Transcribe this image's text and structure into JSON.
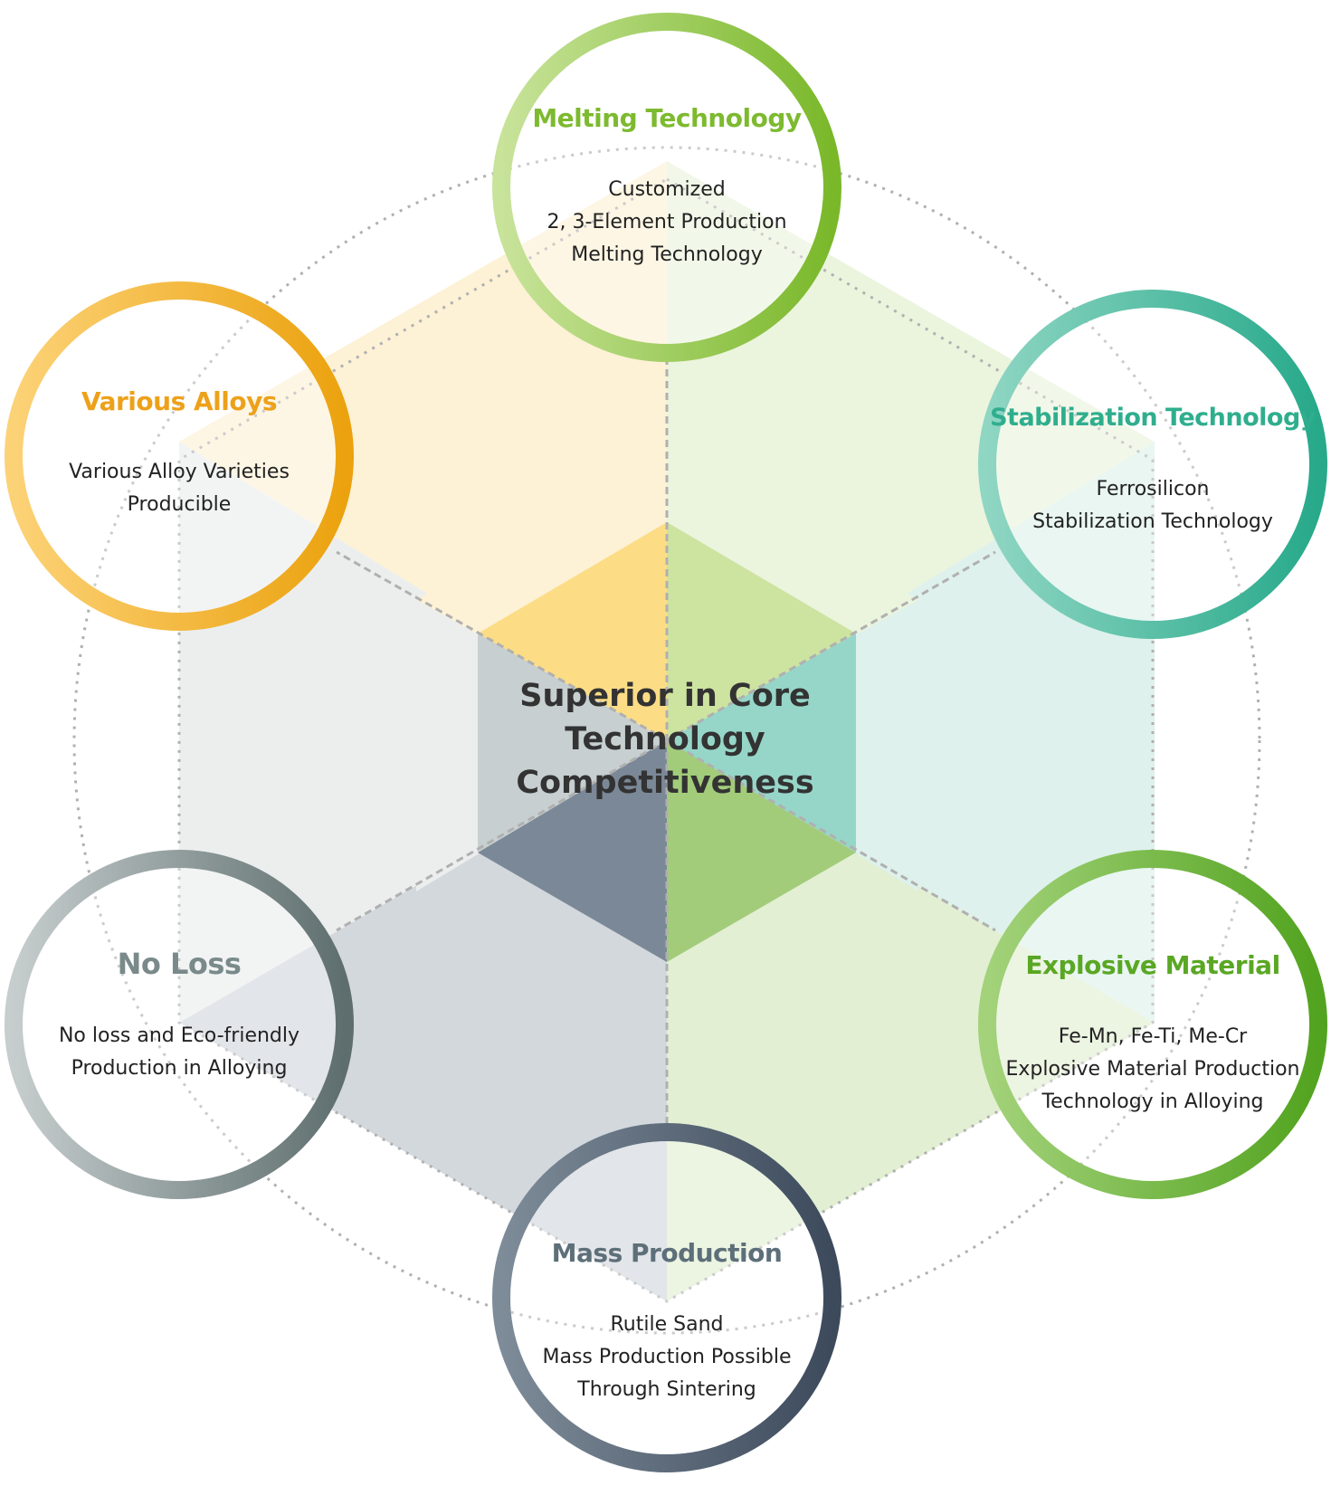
{
  "center": {
    "lines": [
      "Superior in Core",
      "Technology",
      "Competitiveness"
    ]
  },
  "nodes": {
    "melting": {
      "title": "Melting Technology",
      "lines": [
        "Customized",
        "2, 3-Element Production",
        "Melting Technology"
      ],
      "color": "#7dba2f",
      "ring_colors": [
        "#c8e39a",
        "#7ab82a"
      ]
    },
    "stabilization": {
      "title": "Stabilization Technology",
      "lines": [
        "Ferrosilicon",
        "Stabilization Technology"
      ],
      "color": "#2fae8e",
      "ring_colors": [
        "#8fd6c3",
        "#27a98a"
      ]
    },
    "explosive": {
      "title": "Explosive Material",
      "lines": [
        "Fe-Mn, Fe-Ti, Me-Cr",
        "Explosive Material Production",
        "Technology in Alloying"
      ],
      "color": "#5aa724",
      "ring_colors": [
        "#a3d27a",
        "#52a31f"
      ]
    },
    "mass": {
      "title": "Mass Production",
      "lines": [
        "Rutile Sand",
        "Mass Production Possible",
        "Through Sintering"
      ],
      "color": "#5d6f79",
      "ring_colors": [
        "#7e8c99",
        "#3c4a5c"
      ]
    },
    "noloss": {
      "title": "No Loss",
      "lines": [
        "No loss and Eco-friendly",
        "Production in Alloying"
      ],
      "color": "#7a8a8a",
      "ring_colors": [
        "#c6cdcd",
        "#5e6e6e"
      ]
    },
    "alloys": {
      "title": "Various Alloys",
      "lines": [
        "Various Alloy Varieties",
        "Producible"
      ],
      "color": "#eda11a",
      "ring_colors": [
        "#fcd277",
        "#eba20e"
      ]
    }
  },
  "colors": {
    "yellow_inner": "#fcdd86",
    "yellow_outer": "#fdf1d6",
    "green_inner": "#cde3a0",
    "green_outer": "#ebf4dd",
    "teal_inner": "#96d6c8",
    "teal_outer": "#def1ec",
    "green_bottom_inner": "#a2cc7a",
    "green_bottom_outer": "#e2efd3",
    "dark_inner": "#7b8897",
    "dark_outer": "#d3d8dd",
    "gray_inner": "#c7cfd0",
    "gray_outer": "#eceeee",
    "dash": "#b0b0b0"
  }
}
